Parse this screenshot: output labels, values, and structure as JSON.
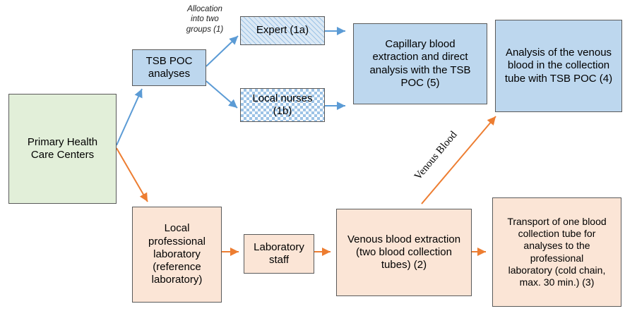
{
  "nodes": {
    "primary_care": "Primary Health\nCare Centers",
    "tsb_poc": "TSB POC\nanalyses",
    "expert": "Expert (1a)",
    "local_nurses": "Local nurses\n(1b)",
    "capillary": "Capillary blood\nextraction and direct\nanalysis with the TSB\nPOC (5)",
    "venous_analysis": "Analysis of the venous\nblood in the collection\ntube with TSB POC (4)",
    "local_lab": "Local\nprofessional\nlaboratory\n(reference\nlaboratory)",
    "lab_staff": "Laboratory\nstaff",
    "venous_extraction": "Venous blood extraction\n(two blood collection\ntubes) (2)",
    "transport": "Transport of one blood\ncollection tube for\nanalyses to the\nprofessional\nlaboratory (cold chain,\nmax. 30 min.) (3)"
  },
  "annotations": {
    "allocation": "Allocation\ninto two\ngroups (1)",
    "venous_blood": "Venous Blood"
  },
  "colors": {
    "blue_arrow": "#5b9bd5",
    "orange_arrow": "#ed7d31",
    "green_fill": "#e2efd9",
    "blue_fill": "#bdd7ee",
    "peach_fill": "#fbe5d6"
  }
}
